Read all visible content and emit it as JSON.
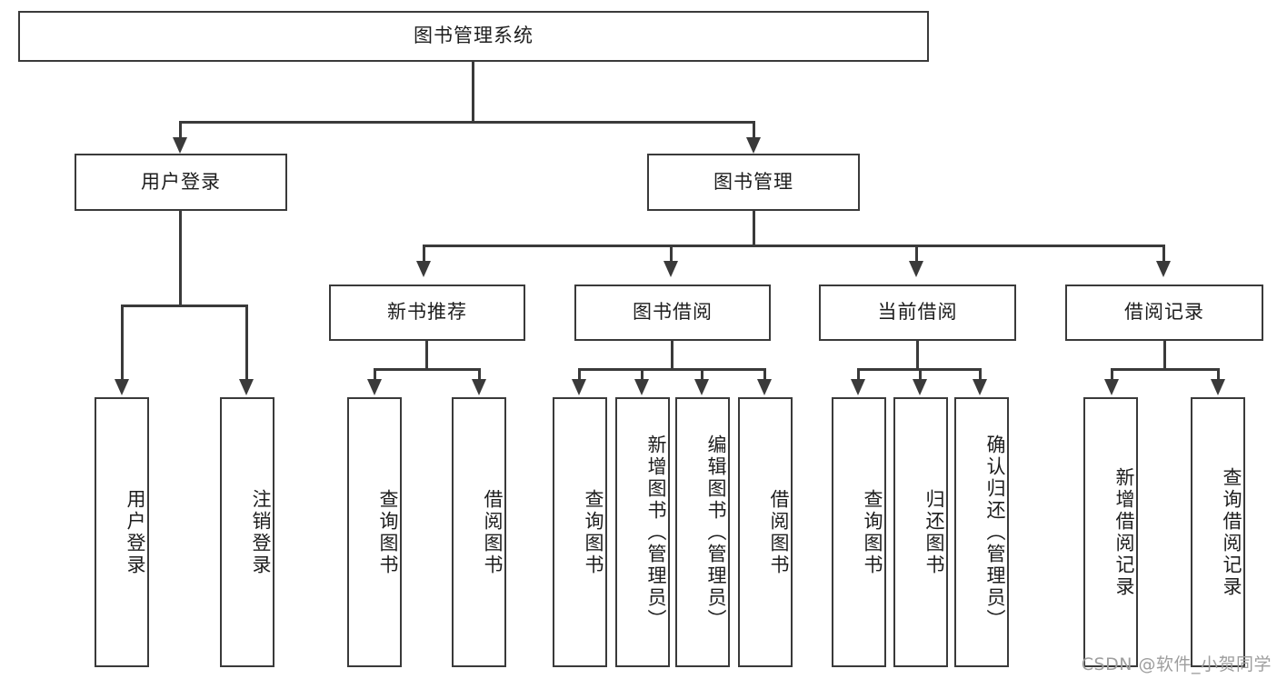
{
  "diagram": {
    "type": "tree-hierarchy-diagram",
    "title": "图书管理系统",
    "watermark": "CSDN @软件_小贺同学",
    "colors": {
      "box_border": "#3a3a3a",
      "box_fill": "#ffffff",
      "connector": "#3a3a3a",
      "text": "#1d1d1d",
      "watermark": "#9e9e9e",
      "background": "#ffffff"
    },
    "root": {
      "label": "图书管理系统"
    },
    "level2": [
      {
        "label": "用户登录"
      },
      {
        "label": "图书管理"
      }
    ],
    "level3": [
      {
        "label": "新书推荐"
      },
      {
        "label": "图书借阅"
      },
      {
        "label": "当前借阅"
      },
      {
        "label": "借阅记录"
      }
    ],
    "leaves": {
      "user_login": [
        {
          "label": "用户登录"
        },
        {
          "label": "注销登录"
        }
      ],
      "new_book_recommend": [
        {
          "label": "查询图书"
        },
        {
          "label": "借阅图书"
        }
      ],
      "book_borrow": [
        {
          "label": "查询图书"
        },
        {
          "label": "新增图书（管理员）"
        },
        {
          "label": "编辑图书（管理员）"
        },
        {
          "label": "借阅图书"
        }
      ],
      "current_borrow": [
        {
          "label": "查询图书"
        },
        {
          "label": "归还图书"
        },
        {
          "label": "确认归还（管理员）"
        }
      ],
      "borrow_record": [
        {
          "label": "新增借阅记录"
        },
        {
          "label": "查询借阅记录"
        }
      ]
    }
  }
}
